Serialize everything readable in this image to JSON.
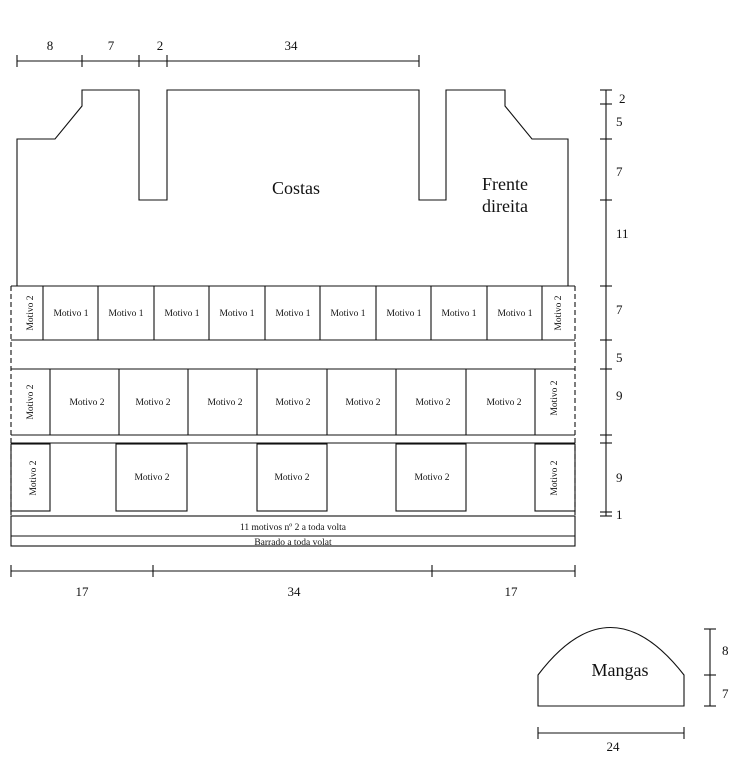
{
  "labels": {
    "costas": "Costas",
    "frente_line1": "Frente",
    "frente_line2": "direita",
    "mangas": "Mangas",
    "motivo1": "Motivo 1",
    "motivo2": "Motivo 2",
    "band_motivos": "11 motivos nº 2 a toda volta",
    "band_barrado": "Barrado a toda volat"
  },
  "dimensions": {
    "top": [
      "8",
      "7",
      "2",
      "34"
    ],
    "right": [
      "2",
      "5",
      "7",
      "11",
      "7",
      "5",
      "9",
      "9",
      "1"
    ],
    "bottom": [
      "17",
      "34",
      "17"
    ],
    "sleeve_height": [
      "8",
      "7"
    ],
    "sleeve_width": "24"
  }
}
